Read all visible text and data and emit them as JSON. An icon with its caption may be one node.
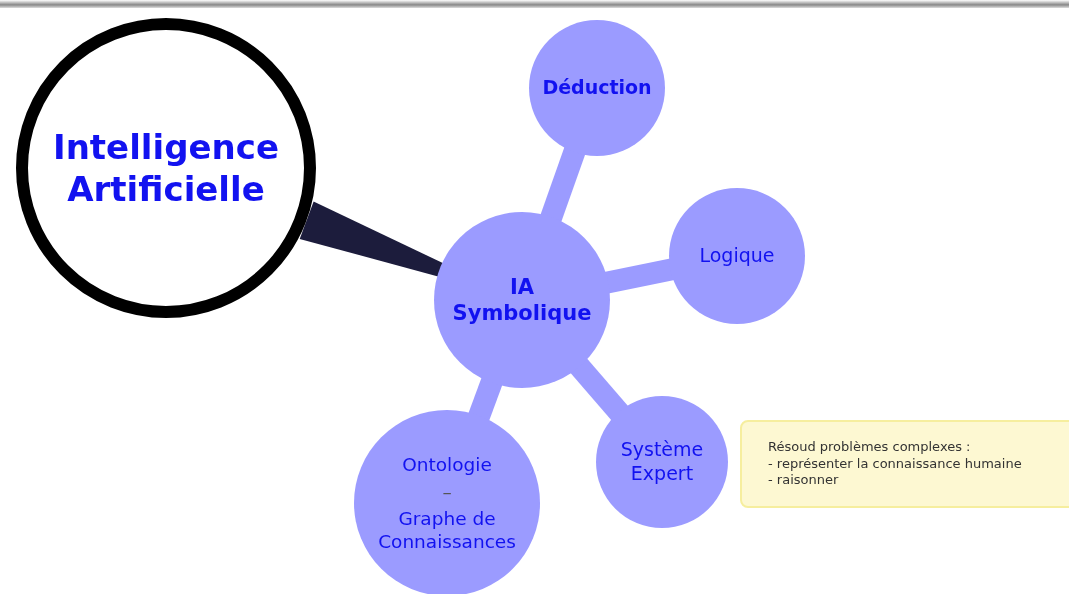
{
  "diagram": {
    "nodes": [
      {
        "text": [
          "Intelligence Artificielle"
        ]
      },
      {
        "text": [
          "IA Symbolique"
        ]
      },
      {
        "text": [
          "Déduction"
        ]
      },
      {
        "text": [
          "Logique"
        ]
      },
      {
        "text": [
          "Système Expert"
        ]
      },
      {
        "text": [
          "Ontologie",
          "–",
          "Graphe de Connaissances"
        ]
      },
      {
        "text": [
          "Résoud problèmes complexes :",
          "- représenter la connaissance humaine",
          "- raisonner"
        ]
      }
    ],
    "edges": [
      {
        "from": 0,
        "to": 1,
        "arrow": "none",
        "style": "thick",
        "color": "#1c1c3c"
      },
      {
        "from": 1,
        "to": 2,
        "arrow": "none"
      },
      {
        "from": 1,
        "to": 3,
        "arrow": "none"
      },
      {
        "from": 1,
        "to": 4,
        "arrow": "none"
      },
      {
        "from": 1,
        "to": 5,
        "arrow": "none"
      }
    ]
  }
}
